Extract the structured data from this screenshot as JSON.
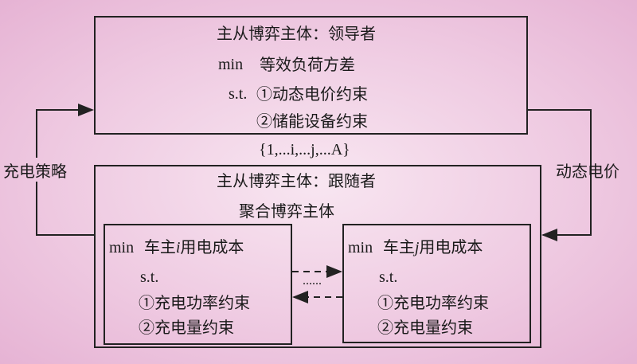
{
  "leader": {
    "title": "主从博弈主体：领导者",
    "objective_prefix": "min",
    "objective": "等效负荷方差",
    "st": "s.t.",
    "constraint1": "①动态电价约束",
    "constraint2": "②储能设备约束"
  },
  "set_label": "{1,...i,...j,...A}",
  "follower": {
    "title": "主从博弈主体：跟随者",
    "subtitle": "聚合博弈主体",
    "owner_i": {
      "min": "min",
      "obj_a": "车主",
      "var": "i",
      "obj_b": "用电成本",
      "st": "s.t.",
      "c1": "①充电功率约束",
      "c2": "②充电量约束"
    },
    "owner_j": {
      "min": "min",
      "obj_a": "车主",
      "var": "j",
      "obj_b": "用电成本",
      "st": "s.t.",
      "c1": "①充电功率约束",
      "c2": "②充电量约束"
    },
    "dots": "......"
  },
  "left_label": "充电策略",
  "right_label": "动态电价"
}
